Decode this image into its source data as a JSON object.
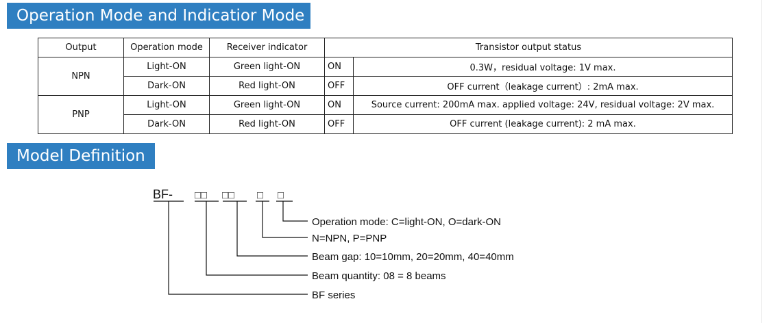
{
  "sections": {
    "operation_title": "Operation Mode and Indicatior Mode",
    "model_title": "Model Definition"
  },
  "table": {
    "headers": {
      "output": "Output",
      "operation_mode": "Operation mode",
      "receiver_indicator": "Receiver indicator",
      "transistor_status": "Transistor output status"
    },
    "npn": {
      "label": "NPN",
      "rows": [
        {
          "mode": "Light-ON",
          "indicator": "Green light-ON",
          "state": "ON",
          "status": "0.3W，residual voltage: 1V max."
        },
        {
          "mode": "Dark-ON",
          "indicator": "Red light-ON",
          "state": "OFF",
          "status": "OFF current（leakage current）: 2mA max."
        }
      ]
    },
    "pnp": {
      "label": "PNP",
      "rows": [
        {
          "mode": "Light-ON",
          "indicator": "Green light-ON",
          "state": "ON",
          "status": "Source current: 200mA max. applied voltage: 24V, residual voltage: 2V max."
        },
        {
          "mode": "Dark-ON",
          "indicator": "Red light-ON",
          "state": "OFF",
          "status": "OFF current (leakage current): 2 mA max."
        }
      ]
    }
  },
  "model": {
    "prefix": "BF-",
    "placeholders": [
      "□□",
      "□□",
      "□",
      "□"
    ],
    "definitions": [
      "Operation mode: C=light-ON, O=dark-ON",
      "N=NPN, P=PNP",
      "Beam gap: 10=10mm, 20=20mm, 40=40mm",
      "Beam quantity: 08 = 8 beams",
      "BF series"
    ]
  }
}
